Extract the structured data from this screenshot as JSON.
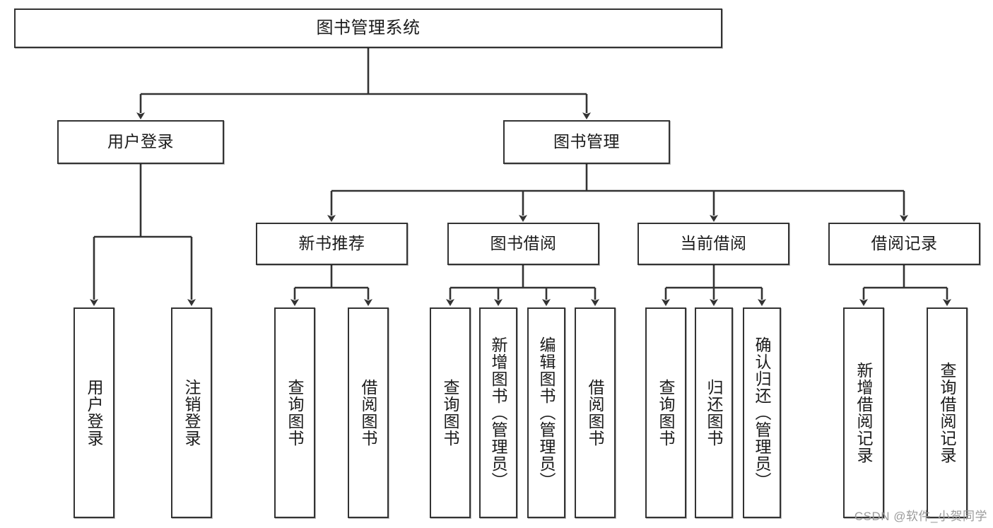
{
  "diagram": {
    "title": "图书管理系统",
    "type": "tree-hierarchy-diagram",
    "stroke_color": "#333333",
    "fill_color": "#ffffff",
    "text_color": "#1b1b1b"
  },
  "root": {
    "label": "图书管理系统"
  },
  "level2": [
    {
      "label": "用户登录"
    },
    {
      "label": "图书管理"
    }
  ],
  "level3": [
    {
      "label": "新书推荐"
    },
    {
      "label": "图书借阅"
    },
    {
      "label": "当前借阅"
    },
    {
      "label": "借阅记录"
    }
  ],
  "leaves": {
    "user_login": [
      {
        "label": "用户登录"
      },
      {
        "label": "注销登录"
      }
    ],
    "new_book_recommend": [
      {
        "label": "查询图书"
      },
      {
        "label": "借阅图书"
      }
    ],
    "book_borrow": [
      {
        "label": "查询图书"
      },
      {
        "label": "新增图书（管理员）"
      },
      {
        "label": "编辑图书（管理员）"
      },
      {
        "label": "借阅图书"
      }
    ],
    "current_borrow": [
      {
        "label": "查询图书"
      },
      {
        "label": "归还图书"
      },
      {
        "label": "确认归还（管理员）"
      }
    ],
    "borrow_record": [
      {
        "label": "新增借阅记录"
      },
      {
        "label": "查询借阅记录"
      }
    ]
  },
  "watermark": {
    "text": "CSDN @软件_小贺同学"
  }
}
